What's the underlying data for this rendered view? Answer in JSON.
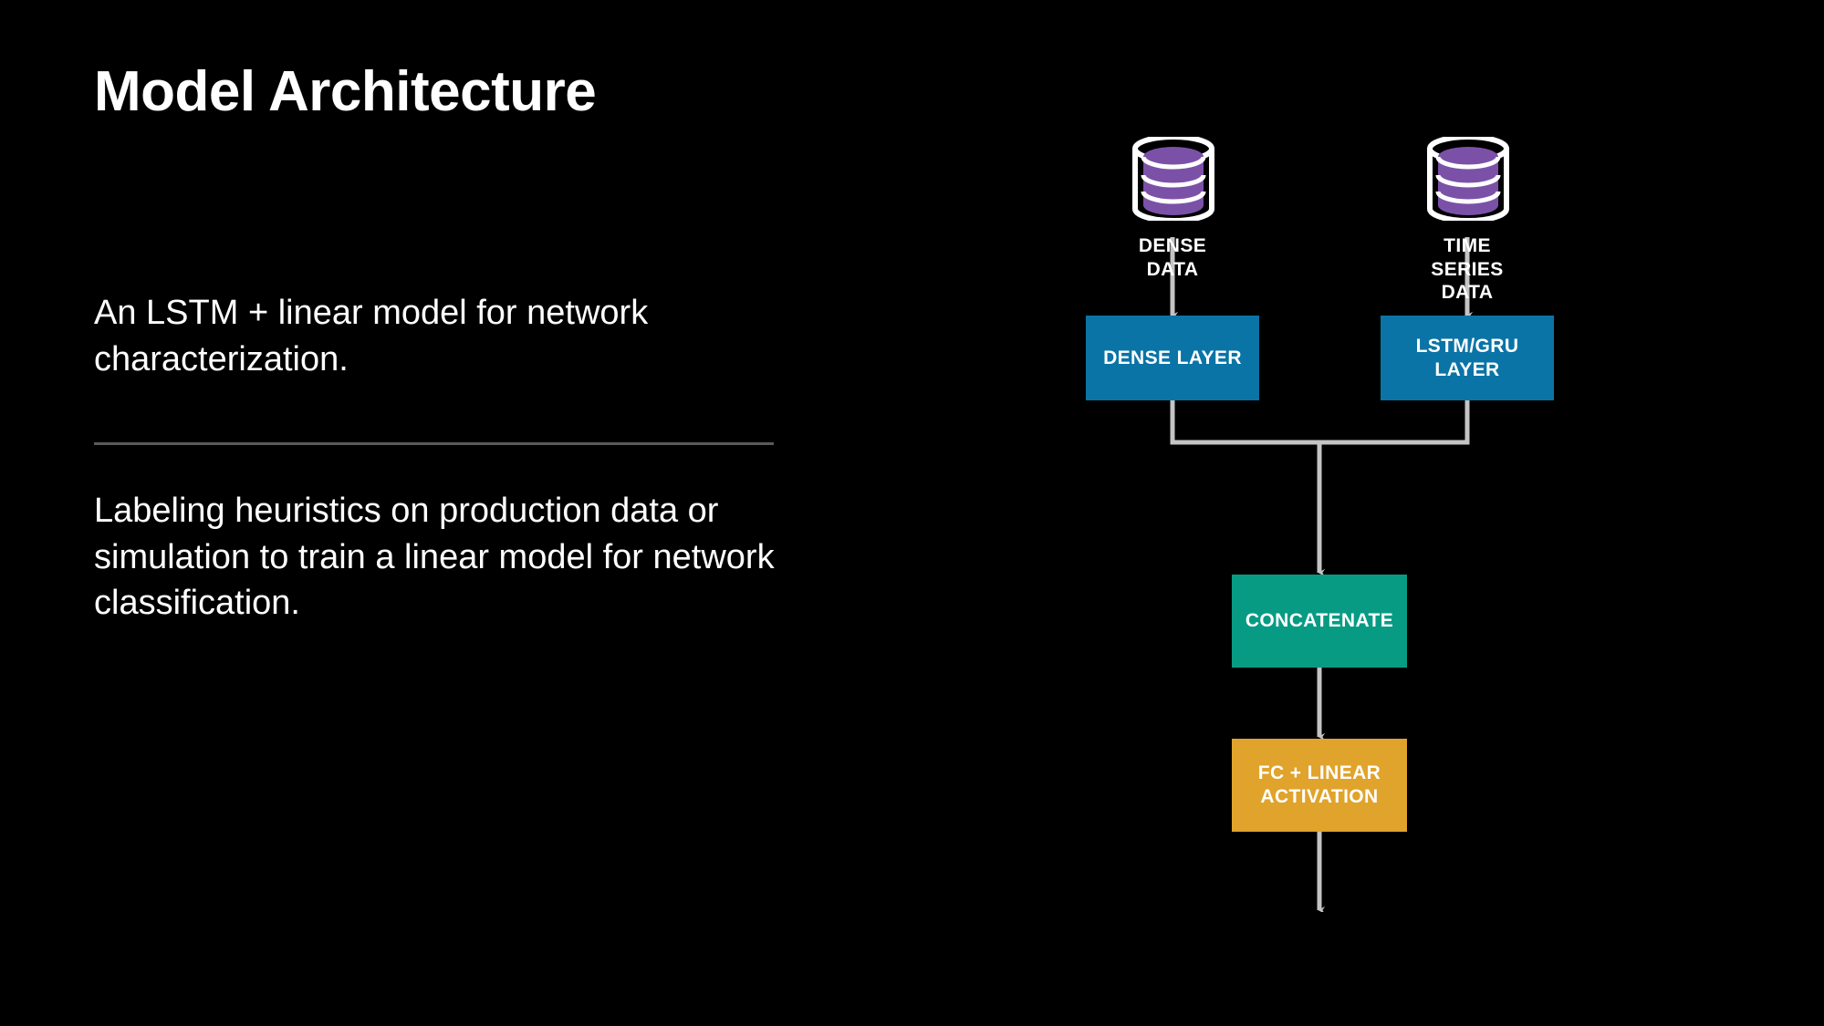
{
  "slide": {
    "title": "Model Architecture",
    "background_color": "#000000",
    "paragraphs": [
      "An LSTM + linear model for network characterization.",
      "Labeling heuristics on production data or simulation to train a linear model for network classification."
    ],
    "divider_color": "#5a5a5a"
  },
  "diagram": {
    "type": "flowchart",
    "connector_color": "#C4C4C4",
    "sources": [
      {
        "id": "dense-data",
        "icon": "database-cylinder-icon",
        "label": "DENSE\nDATA",
        "icon_fill": "#7B51A8",
        "icon_stroke": "#FFFFFF"
      },
      {
        "id": "time-series-data",
        "icon": "database-cylinder-icon",
        "label": "TIME\nSERIES\nDATA",
        "icon_fill": "#7B51A8",
        "icon_stroke": "#FFFFFF"
      }
    ],
    "nodes": [
      {
        "id": "dense-layer",
        "label": "DENSE LAYER",
        "color": "#0A74A6",
        "text_color": "#FFFFFF"
      },
      {
        "id": "lstm-gru-layer",
        "label": "LSTM/GRU\nLAYER",
        "color": "#0A74A6",
        "text_color": "#FFFFFF"
      },
      {
        "id": "concatenate",
        "label": "CONCATENATE",
        "color": "#089B84",
        "text_color": "#FFFFFF"
      },
      {
        "id": "fc-linear",
        "label": "FC + LINEAR\nACTIVATION",
        "color": "#E0A32B",
        "text_color": "#FFFFFF"
      }
    ],
    "edges": [
      {
        "from": "dense-data",
        "to": "dense-layer"
      },
      {
        "from": "time-series-data",
        "to": "lstm-gru-layer"
      },
      {
        "from": "dense-layer",
        "to": "concatenate"
      },
      {
        "from": "lstm-gru-layer",
        "to": "concatenate"
      },
      {
        "from": "concatenate",
        "to": "fc-linear"
      },
      {
        "from": "fc-linear",
        "to": "output"
      }
    ]
  }
}
